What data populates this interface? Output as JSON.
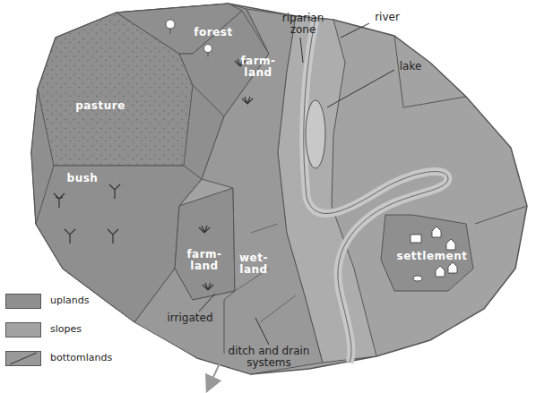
{
  "diagram": {
    "labels": [
      "forest",
      "farm-land",
      "pasture",
      "bush",
      "farm-land",
      "wet-land",
      "settlement",
      "riparian zone",
      "river",
      "lake",
      "irrigated",
      "ditch and drain systems"
    ],
    "legend": [
      {
        "text": "uplands",
        "color": "#8f8f8f"
      },
      {
        "text": "slopes",
        "color": "#a3a3a3"
      },
      {
        "text": "bottomlands",
        "color": "#999999"
      }
    ]
  }
}
